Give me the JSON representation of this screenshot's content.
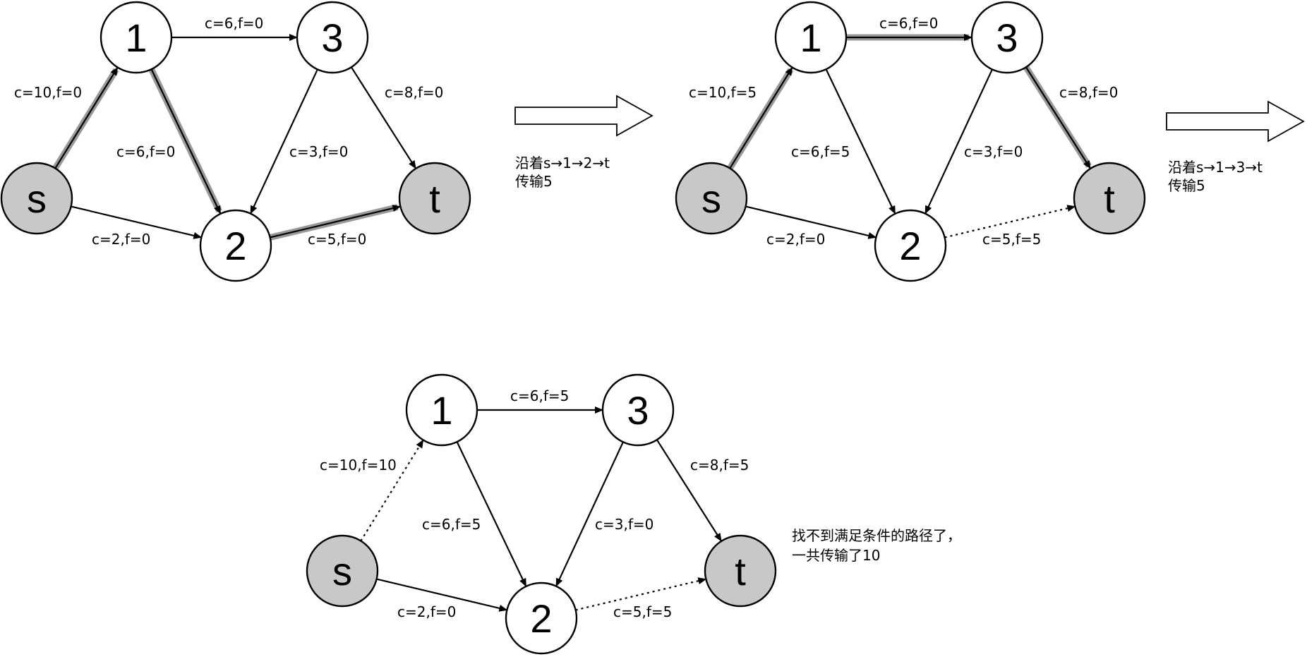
{
  "colors": {
    "source_sink_fill": "#c8c8c8",
    "inner_fill": "#ffffff",
    "highlight": "#999999",
    "stroke": "#000000"
  },
  "panels": [
    {
      "nodes": {
        "s": "s",
        "1": "1",
        "3": "3",
        "2": "2",
        "t": "t"
      },
      "edges": [
        {
          "from": "s",
          "to": "1",
          "label": "c=10,f=0",
          "style": "solid",
          "highlight": true
        },
        {
          "from": "1",
          "to": "3",
          "label": "c=6,f=0",
          "style": "solid",
          "highlight": false
        },
        {
          "from": "1",
          "to": "2",
          "label": "c=6,f=0",
          "style": "solid",
          "highlight": true
        },
        {
          "from": "3",
          "to": "2",
          "label": "c=3,f=0",
          "style": "solid",
          "highlight": false
        },
        {
          "from": "3",
          "to": "t",
          "label": "c=8,f=0",
          "style": "solid",
          "highlight": false
        },
        {
          "from": "s",
          "to": "2",
          "label": "c=2,f=0",
          "style": "solid",
          "highlight": false
        },
        {
          "from": "2",
          "to": "t",
          "label": "c=5,f=0",
          "style": "solid",
          "highlight": true
        }
      ]
    },
    {
      "nodes": {
        "s": "s",
        "1": "1",
        "3": "3",
        "2": "2",
        "t": "t"
      },
      "edges": [
        {
          "from": "s",
          "to": "1",
          "label": "c=10,f=5",
          "style": "solid",
          "highlight": true
        },
        {
          "from": "1",
          "to": "3",
          "label": "c=6,f=0",
          "style": "solid",
          "highlight": true
        },
        {
          "from": "1",
          "to": "2",
          "label": "c=6,f=5",
          "style": "solid",
          "highlight": false
        },
        {
          "from": "3",
          "to": "2",
          "label": "c=3,f=0",
          "style": "solid",
          "highlight": false
        },
        {
          "from": "3",
          "to": "t",
          "label": "c=8,f=0",
          "style": "solid",
          "highlight": true
        },
        {
          "from": "s",
          "to": "2",
          "label": "c=2,f=0",
          "style": "solid",
          "highlight": false
        },
        {
          "from": "2",
          "to": "t",
          "label": "c=5,f=5",
          "style": "dotted",
          "highlight": false
        }
      ]
    },
    {
      "nodes": {
        "s": "s",
        "1": "1",
        "3": "3",
        "2": "2",
        "t": "t"
      },
      "edges": [
        {
          "from": "s",
          "to": "1",
          "label": "c=10,f=10",
          "style": "dotted",
          "highlight": false
        },
        {
          "from": "1",
          "to": "3",
          "label": "c=6,f=5",
          "style": "solid",
          "highlight": false
        },
        {
          "from": "1",
          "to": "2",
          "label": "c=6,f=5",
          "style": "solid",
          "highlight": false
        },
        {
          "from": "3",
          "to": "2",
          "label": "c=3,f=0",
          "style": "solid",
          "highlight": false
        },
        {
          "from": "3",
          "to": "t",
          "label": "c=8,f=5",
          "style": "solid",
          "highlight": false
        },
        {
          "from": "s",
          "to": "2",
          "label": "c=2,f=0",
          "style": "solid",
          "highlight": false
        },
        {
          "from": "2",
          "to": "t",
          "label": "c=5,f=5",
          "style": "dotted",
          "highlight": false
        }
      ]
    }
  ],
  "captions": {
    "step1_line1": "沿着s→1→2→t",
    "step1_line2": "传输5",
    "step2_line1": "沿着s→1→3→t",
    "step2_line2": "传输5",
    "final_line1": "找不到满足条件的路径了，",
    "final_line2": "一共传输了10"
  }
}
